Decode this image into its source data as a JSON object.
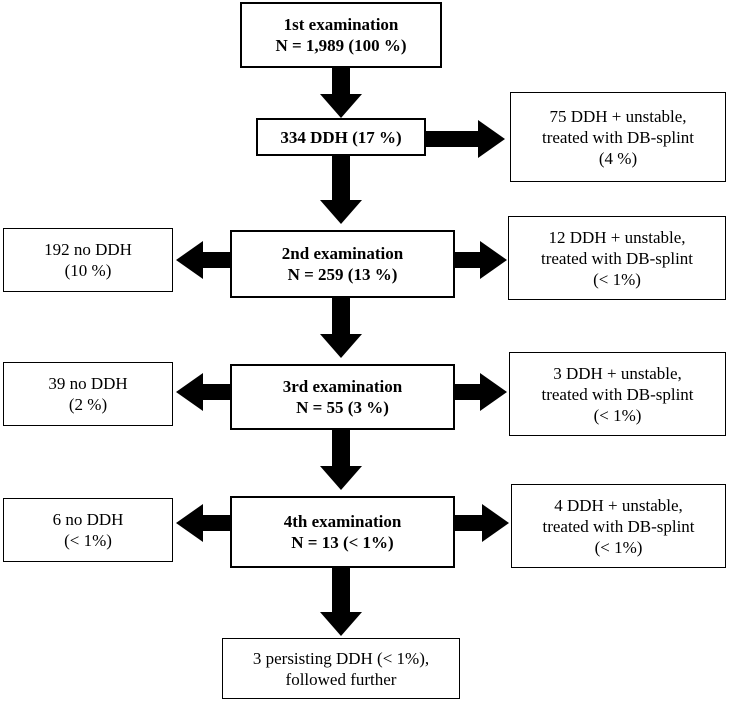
{
  "main": {
    "exam1": [
      "1st examination",
      "N = 1,989 (100 %)"
    ],
    "ddh": [
      "334 DDH (17 %)"
    ],
    "splint1": [
      "75 DDH + unstable,",
      "treated with DB-splint",
      "(4 %)"
    ],
    "exam2": [
      "2nd examination",
      "N = 259 (13 %)"
    ],
    "noddh2": [
      "192 no DDH",
      "(10 %)"
    ],
    "splint2": [
      "12 DDH + unstable,",
      "treated with DB-splint",
      "(< 1%)"
    ],
    "exam3": [
      "3rd examination",
      "N = 55 (3 %)"
    ],
    "noddh3": [
      "39 no DDH",
      "(2 %)"
    ],
    "splint3": [
      "3 DDH + unstable,",
      "treated with DB-splint",
      "(< 1%)"
    ],
    "exam4": [
      "4th examination",
      "N = 13 (< 1%)"
    ],
    "noddh4": [
      "6 no DDH",
      "(< 1%)"
    ],
    "splint4": [
      "4 DDH + unstable,",
      "treated with DB-splint",
      "(< 1%)"
    ],
    "persisting": [
      "3 persisting DDH (< 1%),",
      "followed further"
    ]
  }
}
